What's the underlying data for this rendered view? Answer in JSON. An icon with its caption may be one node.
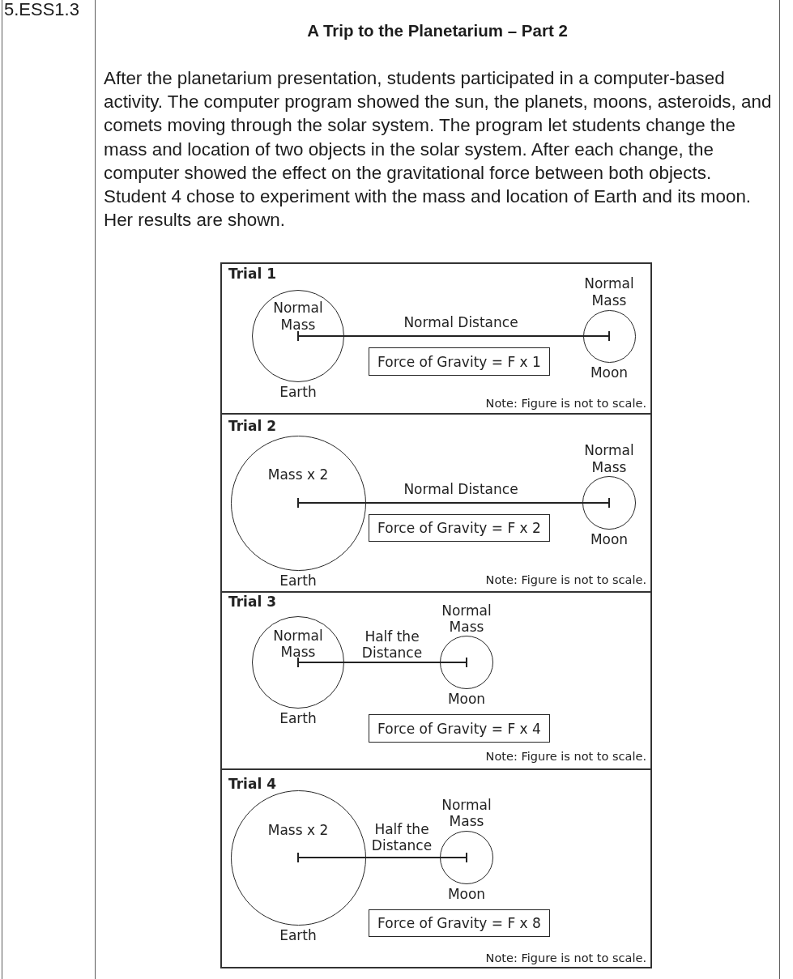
{
  "diagram": {
    "title": "A Trip to the Planetarium – Part 2",
    "nodes": [
      {
        "text": [
          "Trial 1",
          "Note: Figure is not to scale."
        ]
      },
      {
        "text": [
          "Normal Mass"
        ],
        "beside": [
          "Earth"
        ],
        "in": 0
      },
      {
        "text": [
          "Normal Mass"
        ],
        "beside": [
          "Moon"
        ],
        "in": 0
      },
      {
        "text": [
          "Force of Gravity = F x 1"
        ],
        "in": 0
      },
      {
        "text": [
          "Trial 2",
          "Note: Figure is not to scale."
        ]
      },
      {
        "text": [
          "Mass x 2"
        ],
        "beside": [
          "Earth"
        ],
        "in": 4
      },
      {
        "text": [
          "Normal Mass"
        ],
        "beside": [
          "Moon"
        ],
        "in": 4
      },
      {
        "text": [
          "Force of Gravity = F x 2"
        ],
        "in": 4
      },
      {
        "text": [
          "Trial 3",
          "Note: Figure is not to scale."
        ]
      },
      {
        "text": [
          "Normal Mass"
        ],
        "beside": [
          "Earth"
        ],
        "in": 8
      },
      {
        "text": [
          "Normal Mass"
        ],
        "beside": [
          "Moon"
        ],
        "in": 8
      },
      {
        "text": [
          "Force of Gravity = F x 4"
        ],
        "in": 8
      },
      {
        "text": [
          "Trial 4",
          "Note: Figure is not to scale."
        ]
      },
      {
        "text": [
          "Mass x 2"
        ],
        "beside": [
          "Earth"
        ],
        "in": 12
      },
      {
        "text": [
          "Normal Mass"
        ],
        "beside": [
          "Moon"
        ],
        "in": 12
      },
      {
        "text": [
          "Force of Gravity = F x 8"
        ],
        "in": 12
      }
    ],
    "labels": [
      "5.ESS1.3",
      "After the planetarium presentation, students participated in a computer-based activity. The computer program showed the sun, the planets, moons, asteroids, and comets moving through the solar system. The program let students change the mass and location of two objects in the solar system. After each change, the computer showed the effect on the gravitational force between both objects. Student 4 chose to experiment with the mass and location of Earth and its moon. Her results are shown.",
      "Normal Distance",
      "Normal Distance",
      "Half the Distance",
      "Half the Distance"
    ]
  }
}
